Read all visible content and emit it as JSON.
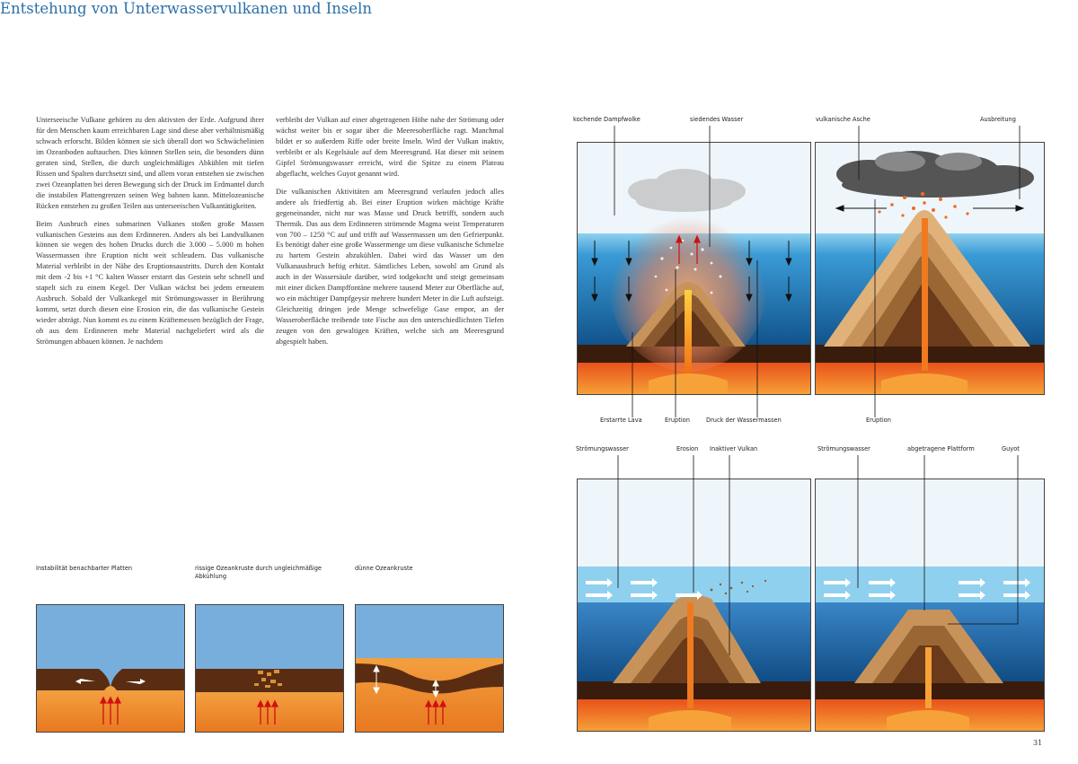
{
  "title": "Entstehung von Unterwasservulkanen und Inseln",
  "column1": [
    "Unterseeische Vulkane gehören zu den aktivsten der Erde. Aufgrund ihrer für den Menschen kaum erreichbaren Lage sind diese aber verhältnismäßig schwach erforscht. Bilden können sie sich überall dort wo Schwächelinien im Ozeanboden auftauchen. Dies können Stellen sein, die besonders dünn geraten sind, Stellen, die durch ungleichmäßiges Abkühlen mit tiefen Rissen und Spalten durchsetzt sind, und allem voran entstehen sie zwischen zwei Ozeanplatten bei deren Bewegung sich der Druck im Erdmantel durch die instabilen Plattengrenzen seinen Weg bahnen kann. Mittelozeanische Rücken entstehen zu großen Teilen aus unterseeischen Vulkantätigkeiten.",
    "Beim Ausbruch eines submarinen Vulkanes stoßen große Massen vulkanischen Gesteins aus dem Erdinneren. Anders als bei Landvulkanen können sie wegen des hohen Drucks durch die 3.000 – 5.000 m hohen Wassermassen ihre Eruption nicht weit schleudern. Das vulkanische Material verbleibt in der Nähe des Eruptionsaustritts. Durch den Kontakt mit dem -2 bis +1 °C kalten Wasser erstarrt das Gestein sehr schnell und stapelt sich zu einem Kegel. Der Vulkan wächst bei jedem erneutem Ausbruch. Sobald der Vulkankegel mit Strömungswasser in Berührung kommt, setzt durch diesen eine Erosion ein, die das vulkanische Gestein wieder abträgt. Nun kommt es zu einem Kräftemessen bezüglich der Frage, ob aus dem Erdinneren mehr Material nachgeliefert wird als die Strömungen abbauen können. Je nachdem"
  ],
  "column2": [
    "verbleibt der Vulkan auf einer abgetragenen Höhe nahe der Strömung oder wächst weiter bis er sogar über die Meeresoberfläche ragt. Manchmal bildet er so außerdem Riffe oder breite Inseln. Wird der Vulkan inaktiv, verbleibt er als Kegelsäule auf dem Meeresgrund. Hat dieser mit seinem Gipfel Strömungswasser erreicht, wird die Spitze zu einem Plateau abgeflacht, welches Guyot genannt wird.",
    "Die vulkanischen Aktivitäten am Meeresgrund verlaufen jedoch alles andere als friedfertig ab. Bei einer Eruption wirken mächtige Kräfte gegeneinander, nicht nur was Masse und Druck betrifft, sondern auch Thermik. Das aus dem Erdinneren strömende Magma weist Temperaturen von 700 – 1250 °C auf und trifft auf Wassermassen um den Gefrierpunkt. Es benötigt daher eine große Wassermenge um diese vulkanische Schmelze zu hartem Gestein abzukühlen. Dabei wird das Wasser um den Vulkanausbruch heftig erhitzt. Sämtliches Leben, sowohl am Grund als auch in der Wassersäule darüber, wird todgekocht und steigt gemeinsam mit einer dicken Dampffontäne mehrere tausend Meter zur Oberfläche auf, wo ein mächtiger Dampfgeysir mehrere hundert Meter in die Luft aufsteigt. Gleichzeitig dringen jede Menge schwefelige Gase empor, an der Wasseroberfläche treibende tote Fische aus den unterschiedlichsten Tiefen zeugen von den gewaltigen Kräften, welche sich am Meeresgrund abgespielt haben."
  ],
  "labels": {
    "kochende_dampfwolke": "kochende Dampfwolke",
    "siedendes_wasser": "siedendes Wasser",
    "vulkanische_asche": "vulkanische Asche",
    "ausbreitung": "Ausbreitung",
    "erstarrte_lava": "Erstarrte Lava",
    "eruption_1": "Eruption",
    "druck_wassermassen": "Druck der Wassermassen",
    "eruption_2": "Eruption",
    "stroemungswasser_1": "Strömungswasser",
    "erosion": "Erosion",
    "inaktiver_vulkan": "Inaktiver Vulkan",
    "stroemungswasser_2": "Strömungswasser",
    "abgetragene_plattform": "abgetragene Plattform",
    "guyot": "Guyot",
    "instabilitaet": "Instabilität benachbarter Platten",
    "rissige_kruste": "rissige Ozeankruste durch ungleichmäßige Abkühlung",
    "duenne_kruste": "dünne Ozeankruste"
  },
  "page_number": "31",
  "colors": {
    "title": "#2a6fa9",
    "sky": "#eef6fc",
    "water_surface": "#8fd0ee",
    "water_deep": "#0f5f9c",
    "crust": "#4a2410",
    "magma": "#f07f1a",
    "cone_light": "#c8935a",
    "cone_dark": "#5e3418"
  }
}
